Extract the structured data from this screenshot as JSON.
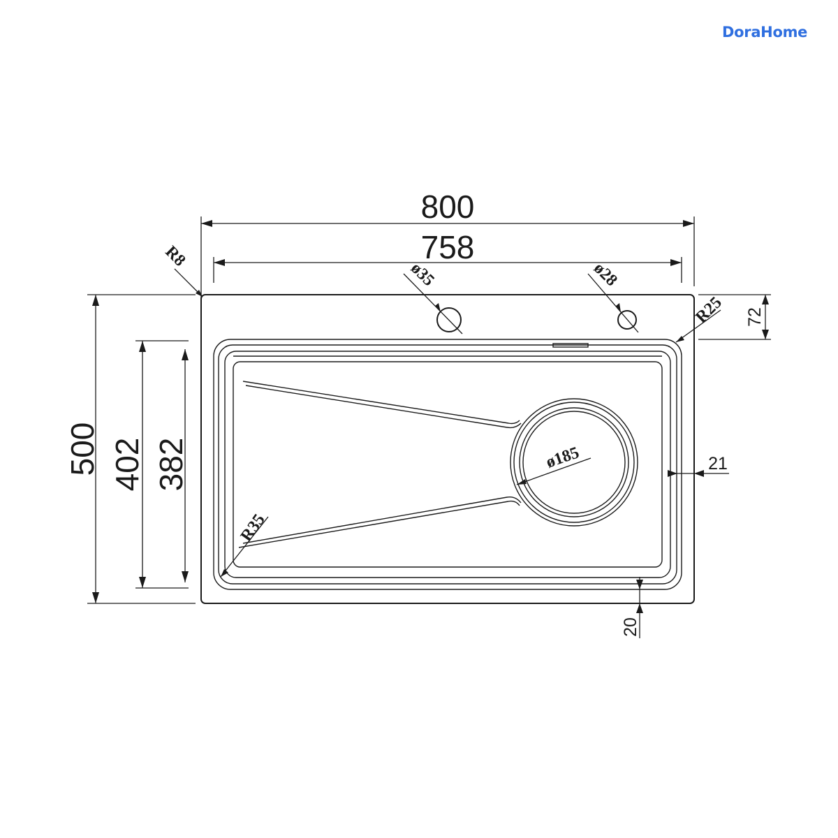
{
  "brand": {
    "logo_text": "DoraHome"
  },
  "dimensions": {
    "overall_width": "800",
    "bowl_width": "758",
    "overall_depth": "500",
    "bowl_depth_outer": "402",
    "bowl_depth_inner": "382",
    "corner_radius_outer": "R8",
    "corner_radius_bowl": "R25",
    "corner_radius_inner": "R35",
    "tap_hole_diameter": "ø35",
    "accessory_hole_diameter": "ø28",
    "drain_diameter": "ø185",
    "rim_to_bowl_back": "72",
    "right_rim_offset": "21",
    "front_rim_offset": "20"
  }
}
